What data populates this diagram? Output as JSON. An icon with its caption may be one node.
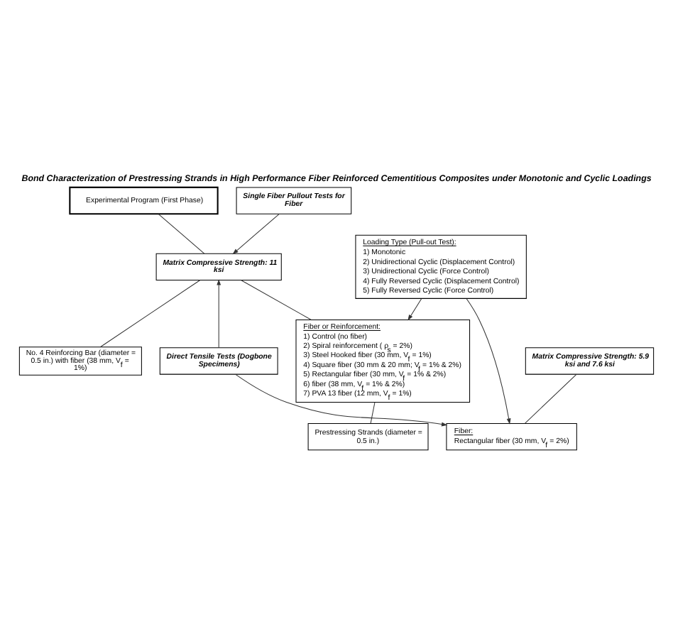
{
  "diagram": {
    "title": "Bond Characterization of Prestressing Strands in High Performance Fiber Reinforced Cementitious Composites under Monotonic and Cyclic Loadings",
    "nodes": [
      {
        "text": [
          "Experimental Program (First Phase)"
        ]
      },
      {
        "text": [
          "Single Fiber Pullout Tests for Fiber"
        ]
      },
      {
        "text": [
          "Matrix Compressive Strength: 11 ksi"
        ]
      },
      {
        "text": [
          "No. 4 Reinforcing Bar (diameter = 0.5 in.) with fiber (38 mm, V$_{f}$ = 1%)"
        ]
      },
      {
        "text": [
          "Fiber or Reinforcement:",
          "1) Control (no fiber)",
          "2) Spiral reinforcement ( ρ$_{s}$ = 2%)",
          "3) Steel Hooked fiber (30 mm, V$_{f}$ = 1%)",
          "4) Square fiber (30 mm & 20 mm; V$_{f}$ = 1% & 2%)",
          "5) Rectangular fiber (30 mm, V$_{f}$ = 1% & 2%)",
          "6) fiber (38 mm, V$_{f}$ = 1% & 2%)",
          "7) PVA 13 fiber (12 mm, V$_{f}$ = 1%)"
        ]
      },
      {
        "text": [
          "Prestressing Strands (diameter = 0.5 in.)"
        ]
      },
      {
        "text": [
          "Direct Tensile Tests (Dogbone Specimens)"
        ]
      },
      {
        "text": [
          "Loading Type (Pull-out Test):",
          "1) Monotonic",
          "2) Unidirectional Cyclic (Displacement Control)",
          "3) Unidirectional Cyclic (Force Control)",
          "4) Fully Reversed Cyclic (Displacement Control)",
          "5) Fully Reversed Cyclic (Force Control)"
        ]
      },
      {
        "text": [
          "Matrix Compressive Strength: 5.9 ksi and 7.6 ksi"
        ]
      },
      {
        "text": [
          "Fiber:",
          "Rectangular fiber (30 mm, V$_{f}$ = 2%)"
        ]
      }
    ],
    "edges": [
      {
        "from": 0,
        "to": 2,
        "arrow": "none"
      },
      {
        "from": 1,
        "to": 2,
        "arrow": "to"
      },
      {
        "from": 6,
        "to": 2,
        "arrow": "to"
      },
      {
        "from": 2,
        "to": 3,
        "arrow": "none"
      },
      {
        "from": 2,
        "to": 4,
        "arrow": "none"
      },
      {
        "from": 4,
        "to": 5,
        "arrow": "none"
      },
      {
        "from": 7,
        "to": 4,
        "arrow": "to"
      },
      {
        "from": 7,
        "to": 9,
        "arrow": "to"
      },
      {
        "from": 6,
        "to": 9,
        "arrow": "to"
      },
      {
        "from": 8,
        "to": 9,
        "arrow": "none"
      }
    ]
  }
}
